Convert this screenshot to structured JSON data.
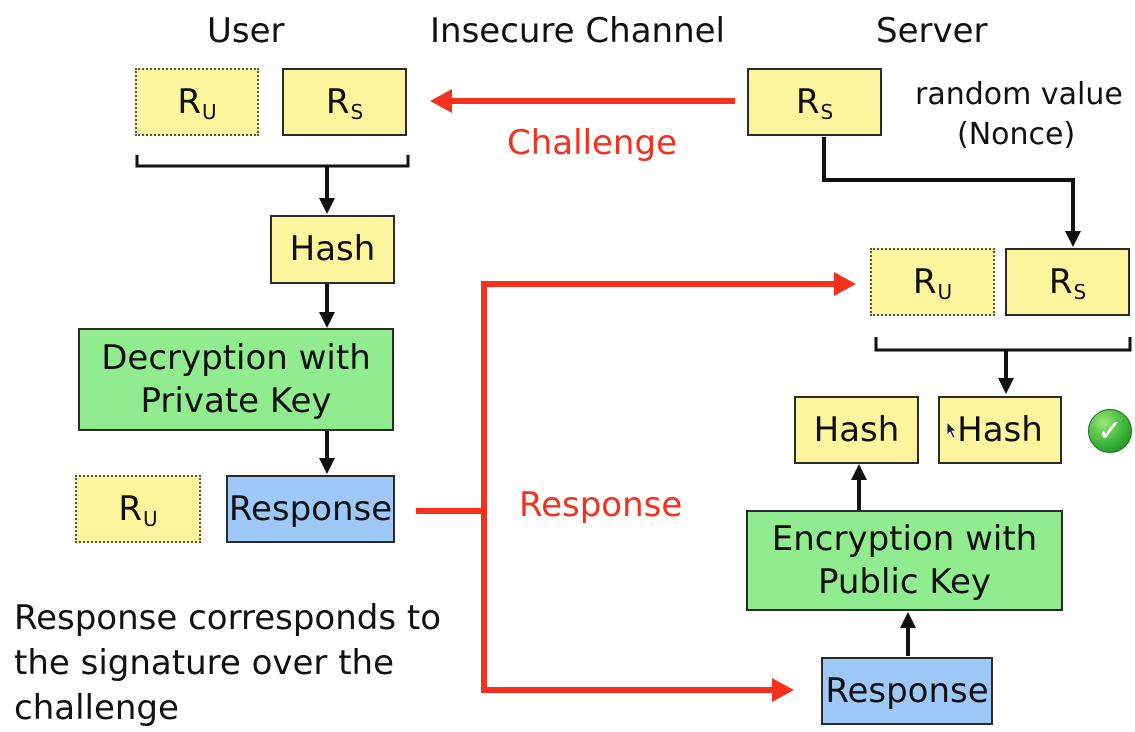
{
  "headers": {
    "user": "User",
    "channel": "Insecure Channel",
    "server": "Server"
  },
  "labels": {
    "challenge": "Challenge",
    "response_mid": "Response",
    "nonce_line1": "random value",
    "nonce_line2": "(Nonce)"
  },
  "user_side": {
    "ru": {
      "main": "R",
      "sub": "U"
    },
    "rs": {
      "main": "R",
      "sub": "S"
    },
    "hash": "Hash",
    "decryption_line1": "Decryption with",
    "decryption_line2": "Private Key",
    "ru_bottom": {
      "main": "R",
      "sub": "U"
    },
    "response": "Response"
  },
  "server_side": {
    "rs_top": {
      "main": "R",
      "sub": "S"
    },
    "ru": {
      "main": "R",
      "sub": "U"
    },
    "rs": {
      "main": "R",
      "sub": "S"
    },
    "hash_left": "Hash",
    "hash_right": "Hash",
    "encryption_line1": "Encryption with",
    "encryption_line2": "Public Key",
    "response": "Response"
  },
  "footnote": {
    "line1": "Response corresponds to",
    "line2": "the signature over the",
    "line3": "challenge"
  },
  "icons": {
    "check": "check-circle-icon",
    "cursor": "mouse-pointer-icon"
  },
  "colors": {
    "red_flow": "#f5301c",
    "black_flow": "#111111",
    "yellow_box": "#fdf59e",
    "green_box": "#90ec8e",
    "blue_box": "#9ec8f8",
    "check_green": "#3bb336"
  }
}
